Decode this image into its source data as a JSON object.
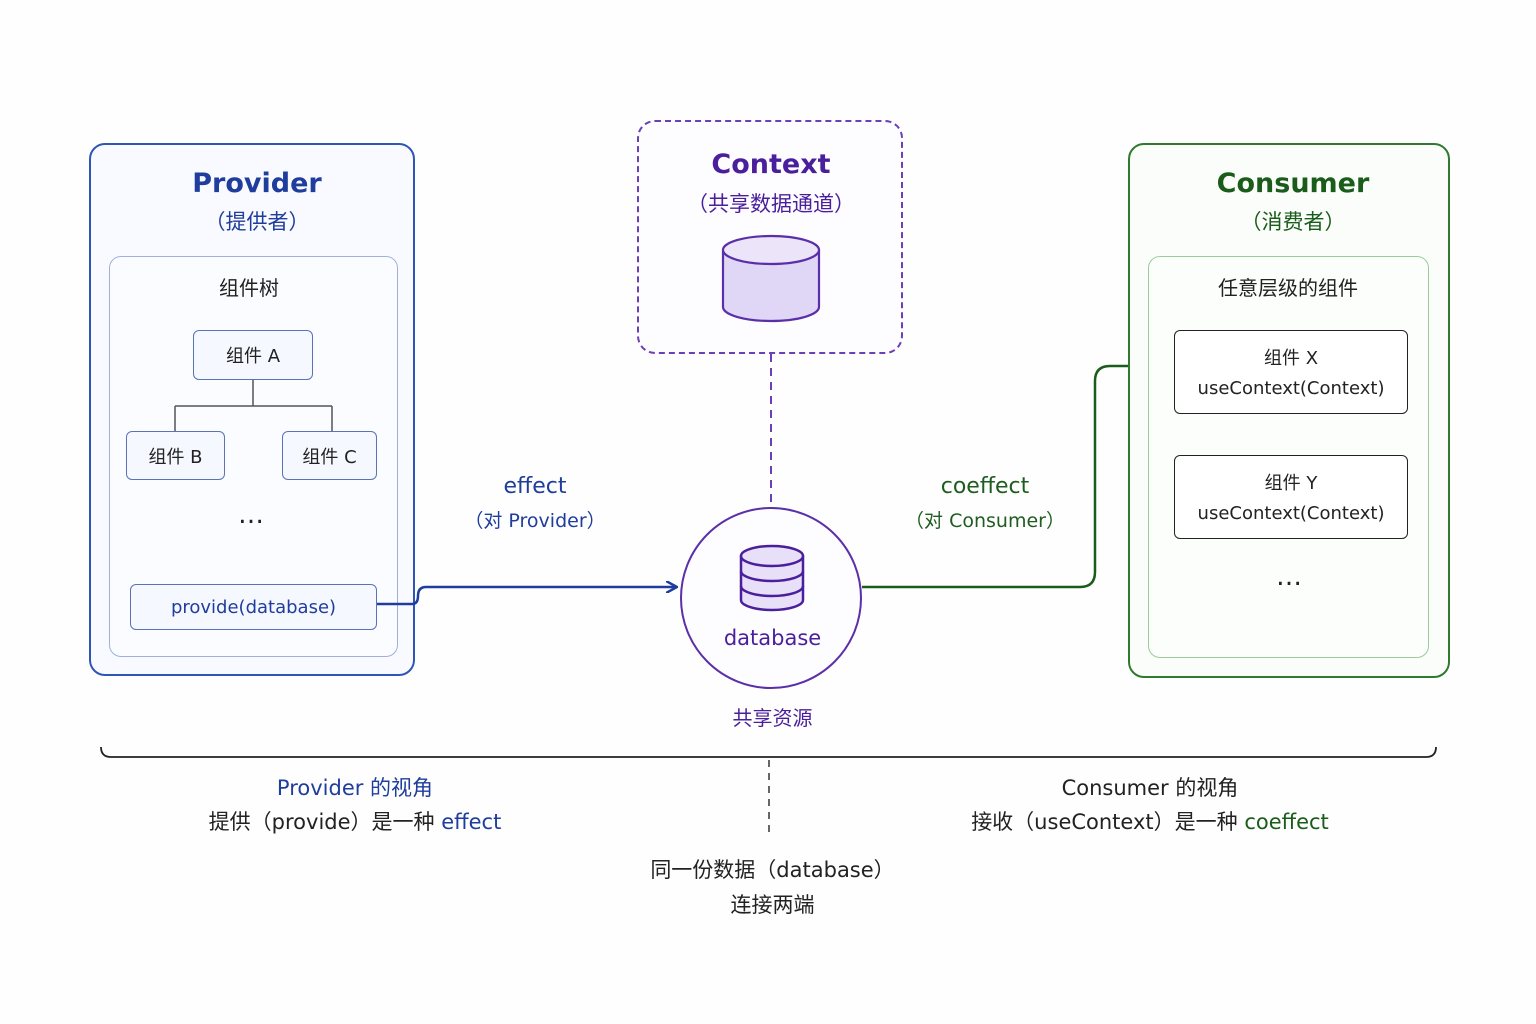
{
  "provider": {
    "title": "Provider",
    "subtitle": "（提供者）",
    "tree_title": "组件树",
    "nodes": [
      "组件 A",
      "组件 B",
      "组件 C"
    ],
    "ellipsis": "…",
    "provide_call": "provide(database)"
  },
  "context": {
    "title": "Context",
    "subtitle": "（共享数据通道）"
  },
  "database": {
    "label": "database",
    "caption": "共享资源"
  },
  "effect": {
    "label": "effect",
    "sub": "（对 Provider）"
  },
  "coeffect": {
    "label": "coeffect",
    "sub": "（对 Consumer）"
  },
  "consumer": {
    "title": "Consumer",
    "subtitle": "（消费者）",
    "comp_title": "任意层级的组件",
    "components": [
      {
        "name": "组件 X",
        "call": "useContext(Context)"
      },
      {
        "name": "组件 Y",
        "call": "useContext(Context)"
      }
    ],
    "ellipsis": "…"
  },
  "bottom": {
    "left_title": "Provider 的视角",
    "left_text_prefix": "提供（provide）是一种 ",
    "left_text_hl": "effect",
    "right_title": "Consumer 的视角",
    "right_text_prefix": "接收（useContext）是一种 ",
    "right_text_hl": "coeffect",
    "middle_line1": "同一份数据（database）",
    "middle_line2": "连接两端"
  },
  "colors": {
    "provider": "#2f55b6",
    "context": "#6a3fb8",
    "consumer": "#2f7a2f"
  }
}
